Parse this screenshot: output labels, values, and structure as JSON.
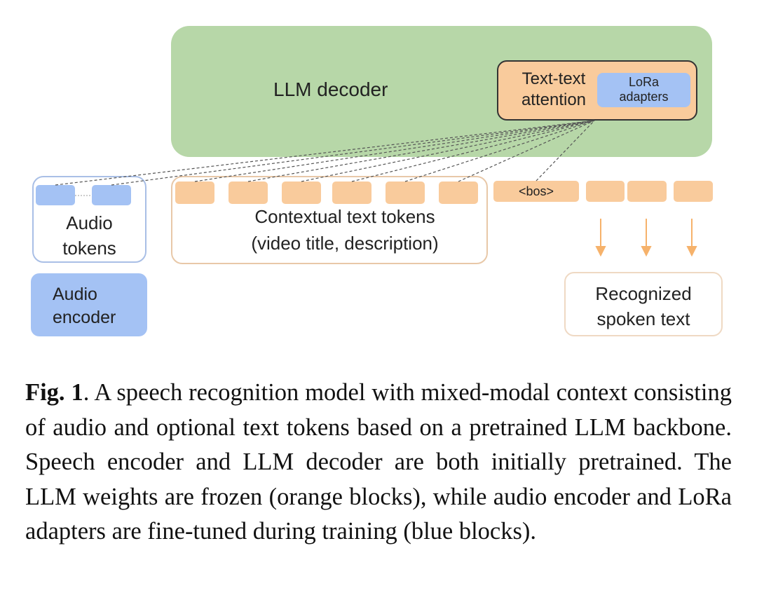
{
  "diagram": {
    "llm_decoder": {
      "label": "LLM decoder"
    },
    "text_text_attention": {
      "label_line1": "Text-text",
      "label_line2": "attention"
    },
    "lora_adapters": {
      "label_line1": "LoRa",
      "label_line2": "adapters"
    },
    "audio_tokens": {
      "label_line1": "Audio",
      "label_line2": "tokens"
    },
    "audio_encoder": {
      "label_line1": "Audio",
      "label_line2": "encoder"
    },
    "contextual_text_tokens": {
      "label_line1": "Contextual text tokens",
      "label_line2": "(video title, description)"
    },
    "bos_token": {
      "label": "<bos>"
    },
    "recognized_text": {
      "label_line1": "Recognized",
      "label_line2": "spoken text"
    },
    "colors": {
      "frozen_orange": "#f9cb9c",
      "trainable_blue": "#a4c2f4",
      "decoder_green": "#b7d7a8"
    }
  },
  "caption": {
    "fig_label": "Fig. 1",
    "text": ". A speech recognition model with mixed-modal context consisting of audio and optional text tokens based on a pretrained LLM backbone. Speech encoder and LLM decoder are both initially pretrained. The LLM weights are frozen (orange blocks), while audio encoder and LoRa adapters are fine-tuned during training (blue blocks)."
  }
}
